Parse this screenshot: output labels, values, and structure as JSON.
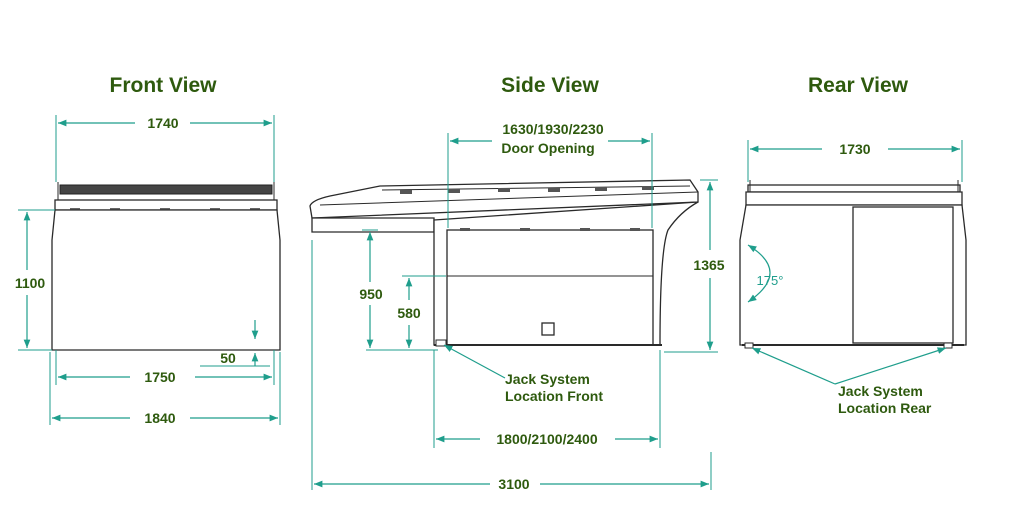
{
  "titles": {
    "front": "Front View",
    "side": "Side View",
    "rear": "Rear View"
  },
  "front": {
    "width_top": "1740",
    "height": "1100",
    "width_mid": "1750",
    "ground": "50",
    "width_bottom": "1840"
  },
  "side": {
    "door_opening_values": "1630/1930/2230",
    "door_opening_label": "Door Opening",
    "height_total": "1365",
    "height_950": "950",
    "height_580": "580",
    "jack_front_line1": "Jack System",
    "jack_front_line2": "Location Front",
    "length_inner": "1800/2100/2400",
    "length_total": "3100"
  },
  "rear": {
    "width": "1730",
    "angle": "175°",
    "jack_rear_line1": "Jack System",
    "jack_rear_line2": "Location Rear"
  },
  "colors": {
    "title_green": "#2e5a0e",
    "dimension_teal": "#1f9e8c",
    "outline": "#2a2a2a"
  }
}
